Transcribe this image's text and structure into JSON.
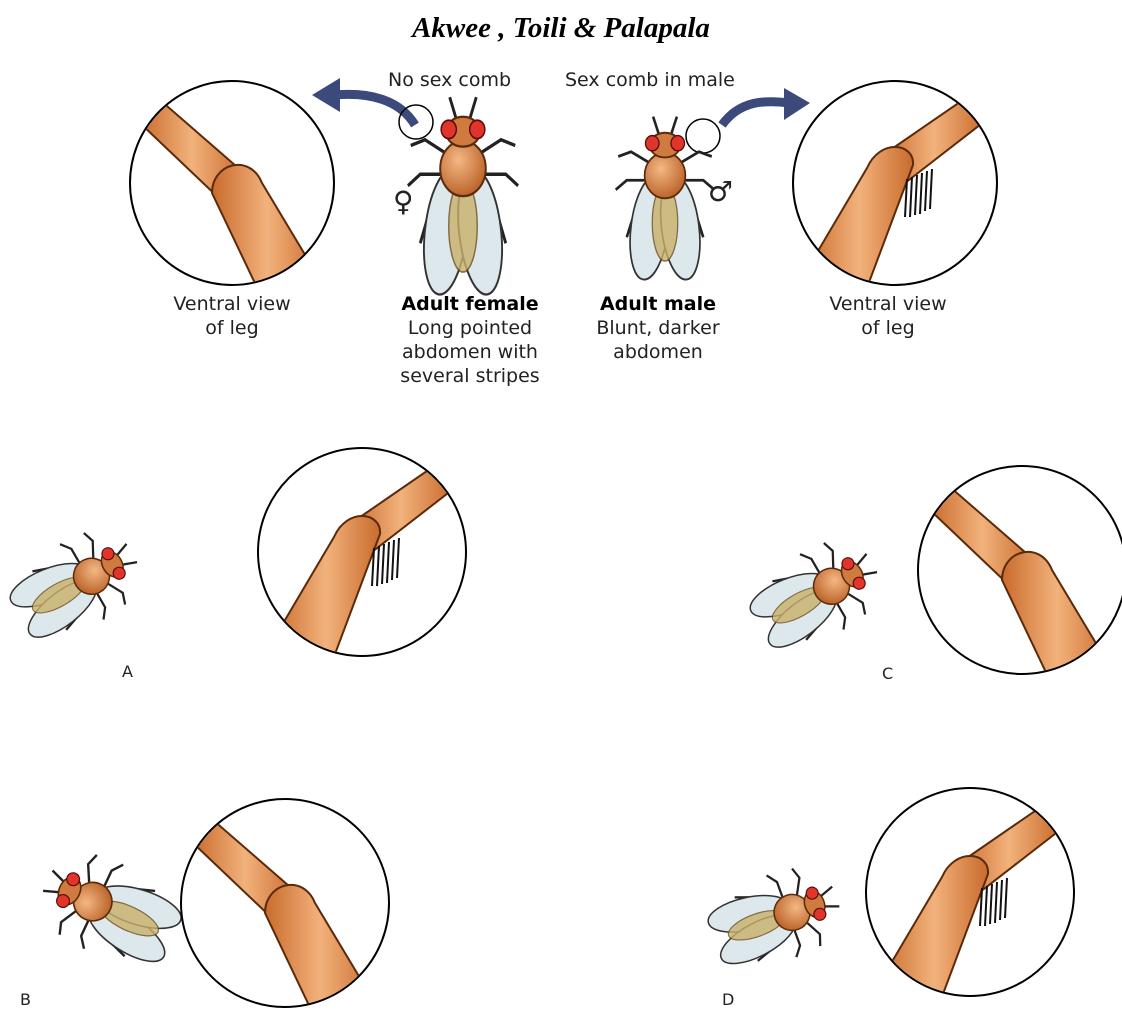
{
  "title": "Akwee , Toili  & Palapala",
  "callouts": {
    "female": "No sex comb",
    "male": "Sex comb in male"
  },
  "female": {
    "heading": "Adult female",
    "desc_line1": "Long pointed",
    "desc_line2": "abdomen with",
    "desc_line3": "several stripes",
    "symbol": "♀",
    "leg_caption_line1": "Ventral view",
    "leg_caption_line2": "of leg"
  },
  "male": {
    "heading": "Adult male",
    "desc_line1": "Blunt, darker",
    "desc_line2": "abdomen",
    "symbol": "♂",
    "leg_caption_line1": "Ventral view",
    "leg_caption_line2": "of leg"
  },
  "options": [
    {
      "letter": "A",
      "sex_comb": true
    },
    {
      "letter": "B",
      "sex_comb": false
    },
    {
      "letter": "C",
      "sex_comb": false
    },
    {
      "letter": "D",
      "sex_comb": true
    }
  ],
  "colors": {
    "leg": "#d9813f",
    "leg_highlight": "#f2b27c",
    "body": "#cf7a3e",
    "eye": "#e0352b",
    "wing": "#dde8ec",
    "arrow": "#3b4a7a"
  }
}
